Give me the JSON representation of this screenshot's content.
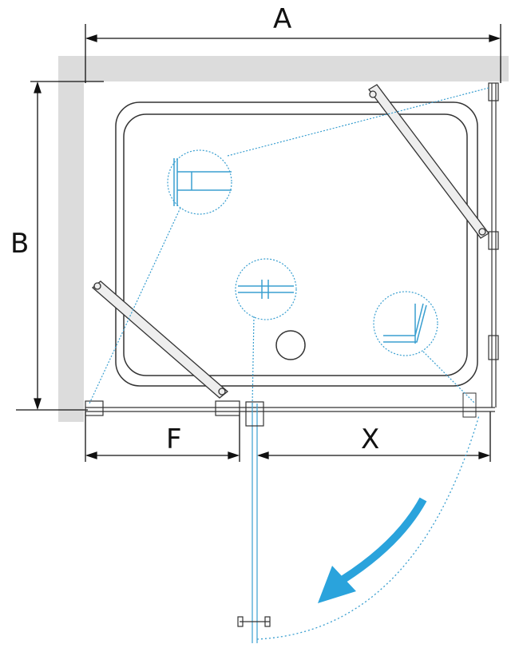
{
  "dimensions": {
    "a_label": "A",
    "b_label": "B",
    "f_label": "F",
    "x_label": "X"
  },
  "colors": {
    "wall": "#dcdcdc",
    "line": "#222222",
    "detail": "#3a9fd0",
    "arrow": "#2aa3dc"
  }
}
